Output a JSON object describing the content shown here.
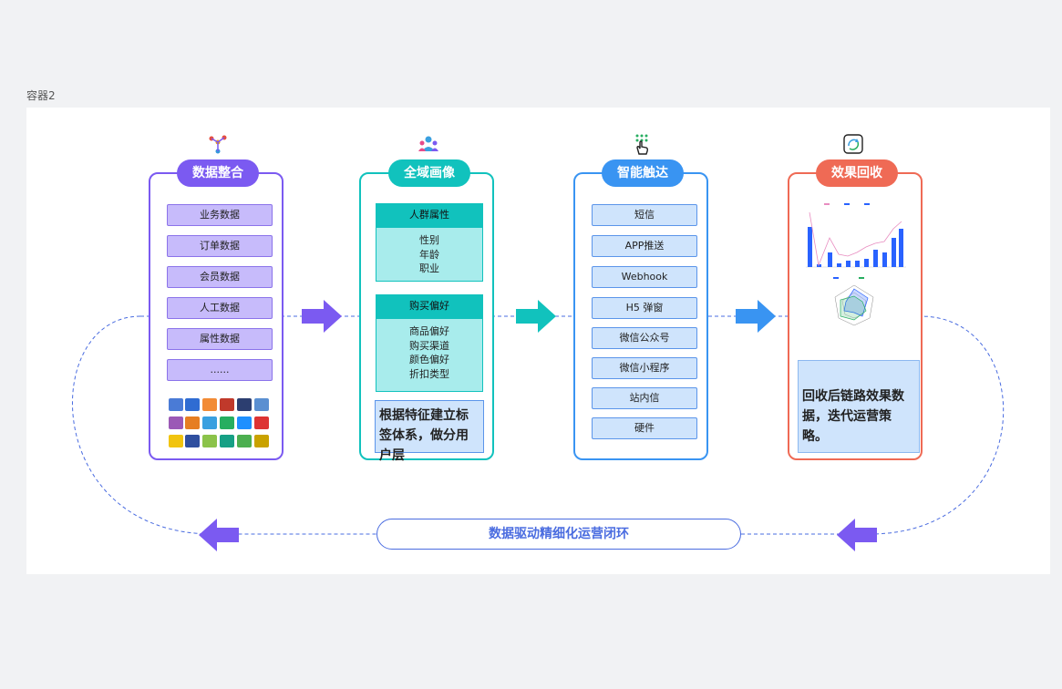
{
  "container_label": "容器2",
  "cards": [
    {
      "title": "数据整合",
      "color": "#7b5af1",
      "icon": "data-integration-icon",
      "items": [
        "业务数据",
        "订单数据",
        "会员数据",
        "人工数据",
        "属性数据",
        "......"
      ]
    },
    {
      "title": "全域画像",
      "color": "#11c2bd",
      "icon": "people-group-icon",
      "groups": [
        {
          "head": "人群属性",
          "lines": [
            "性别",
            "年龄",
            "职业"
          ]
        },
        {
          "head": "购买偏好",
          "lines": [
            "商品偏好",
            "购买渠道",
            "颜色偏好",
            "折扣类型"
          ]
        }
      ],
      "summary": "根据特征建立标签体系，做分用户层"
    },
    {
      "title": "智能触达",
      "color": "#3994f2",
      "icon": "touch-hand-icon",
      "items": [
        "短信",
        "APP推送",
        "Webhook",
        "H5 弹窗",
        "微信公众号",
        "微信小程序",
        "站内信",
        "硬件"
      ]
    },
    {
      "title": "效果回收",
      "color": "#ef6a55",
      "icon": "recycle-icon",
      "summary": "回收后链路效果数据，迭代运营策略。"
    }
  ],
  "loop_label": "数据驱动精细化运营闭环",
  "colors": {
    "purple": "#7b5af1",
    "teal": "#11c2bd",
    "blue": "#3994f2",
    "red": "#ef6a55",
    "loop": "#4a6ce0"
  }
}
